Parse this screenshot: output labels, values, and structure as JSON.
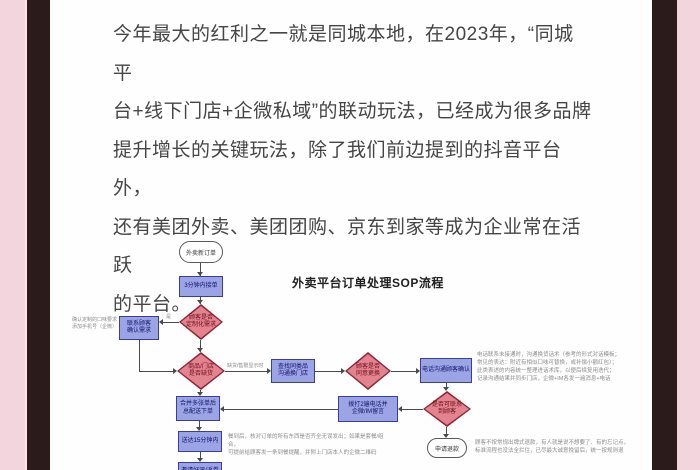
{
  "page": {
    "background_color": "#f3d6dd",
    "frame_color": "#2c1b1b",
    "panel_color": "#fefefe"
  },
  "intro": {
    "text": "今年最大的红利之一就是同城本地，在2023年，“同城平\n台+线下门店+企微私域”的联动玩法，已经成为很多品牌\n提升增长的关键玩法，除了我们前边提到的抖音平台外，\n还有美团外卖、美团团购、京东到家等成为企业常在活跃\n的平台。"
  },
  "flowchart": {
    "title": "外卖平台订单处理SOP流程",
    "colors": {
      "process_fill": "#9ba4e4",
      "process_border": "#3c3c9e",
      "decision_fill": "#e2838f",
      "decision_border": "#8e2430",
      "terminal_fill": "#ffffff",
      "connector": "#4a4a4a",
      "note_text": "#8c8c8c"
    },
    "nodes": {
      "start": {
        "type": "terminal",
        "label": "外卖新订单"
      },
      "accept": {
        "type": "process",
        "label": "3分钟内接单"
      },
      "custom_need": {
        "type": "decision",
        "label": "顾客是否\n定制化需求"
      },
      "contact_confirm": {
        "type": "process",
        "label": "联系顾客\n确认需求"
      },
      "stock_check": {
        "type": "decision",
        "label": "商品/门店\n是否缺货"
      },
      "find_substitute": {
        "type": "process",
        "label": "查找同类品\n沟通换门店"
      },
      "agree_change": {
        "type": "decision",
        "label": "顾客是否\n同意更换"
      },
      "phone_confirm": {
        "type": "process",
        "label": "电话沟通顾客确认"
      },
      "reachable": {
        "type": "decision",
        "label": "是否可联系\n到顾客"
      },
      "retry_contact": {
        "type": "process",
        "label": "拨打2遍电话并\n企微/IM留言"
      },
      "merge_dispatch": {
        "type": "process",
        "label": "合并多张单后\n总配送下单"
      },
      "follow_up": {
        "type": "process",
        "label": "送达15分钟内"
      },
      "review_invite": {
        "type": "process",
        "label": "邀请好评/返券"
      },
      "refund": {
        "type": "terminal",
        "label": "申请退款"
      }
    },
    "edge_labels": {
      "yes": "是",
      "stockout": "缺货/售罄显示时"
    },
    "notes": {
      "left": "确认定制的口味要求\n添加手机号（企微）",
      "phone": "电话联系未接通时，沟通换货话术（参考的形式对话模板；\n常见的表达：附近有相似口味可替换，或补偿小额红包）；\n此类表述的内容统一整理进话术库，以便后续复用迭代；\n记录沟通结果并同步门店，企微+IM各发一遍消息+电话",
      "refund": "顾客不按常规出牌式退款，有人就是说不想要了、有的忘记点，\n标准流程也没法全拦住，已尽最大诚意挽留后，统一按规则退",
      "delivery": "餐到后，核对订单的所有东西是否齐全无误发出；如果是套餐/组合，\n可提前给顾客发一条到餐提醒，并附上门店本人的企微二维码"
    }
  }
}
